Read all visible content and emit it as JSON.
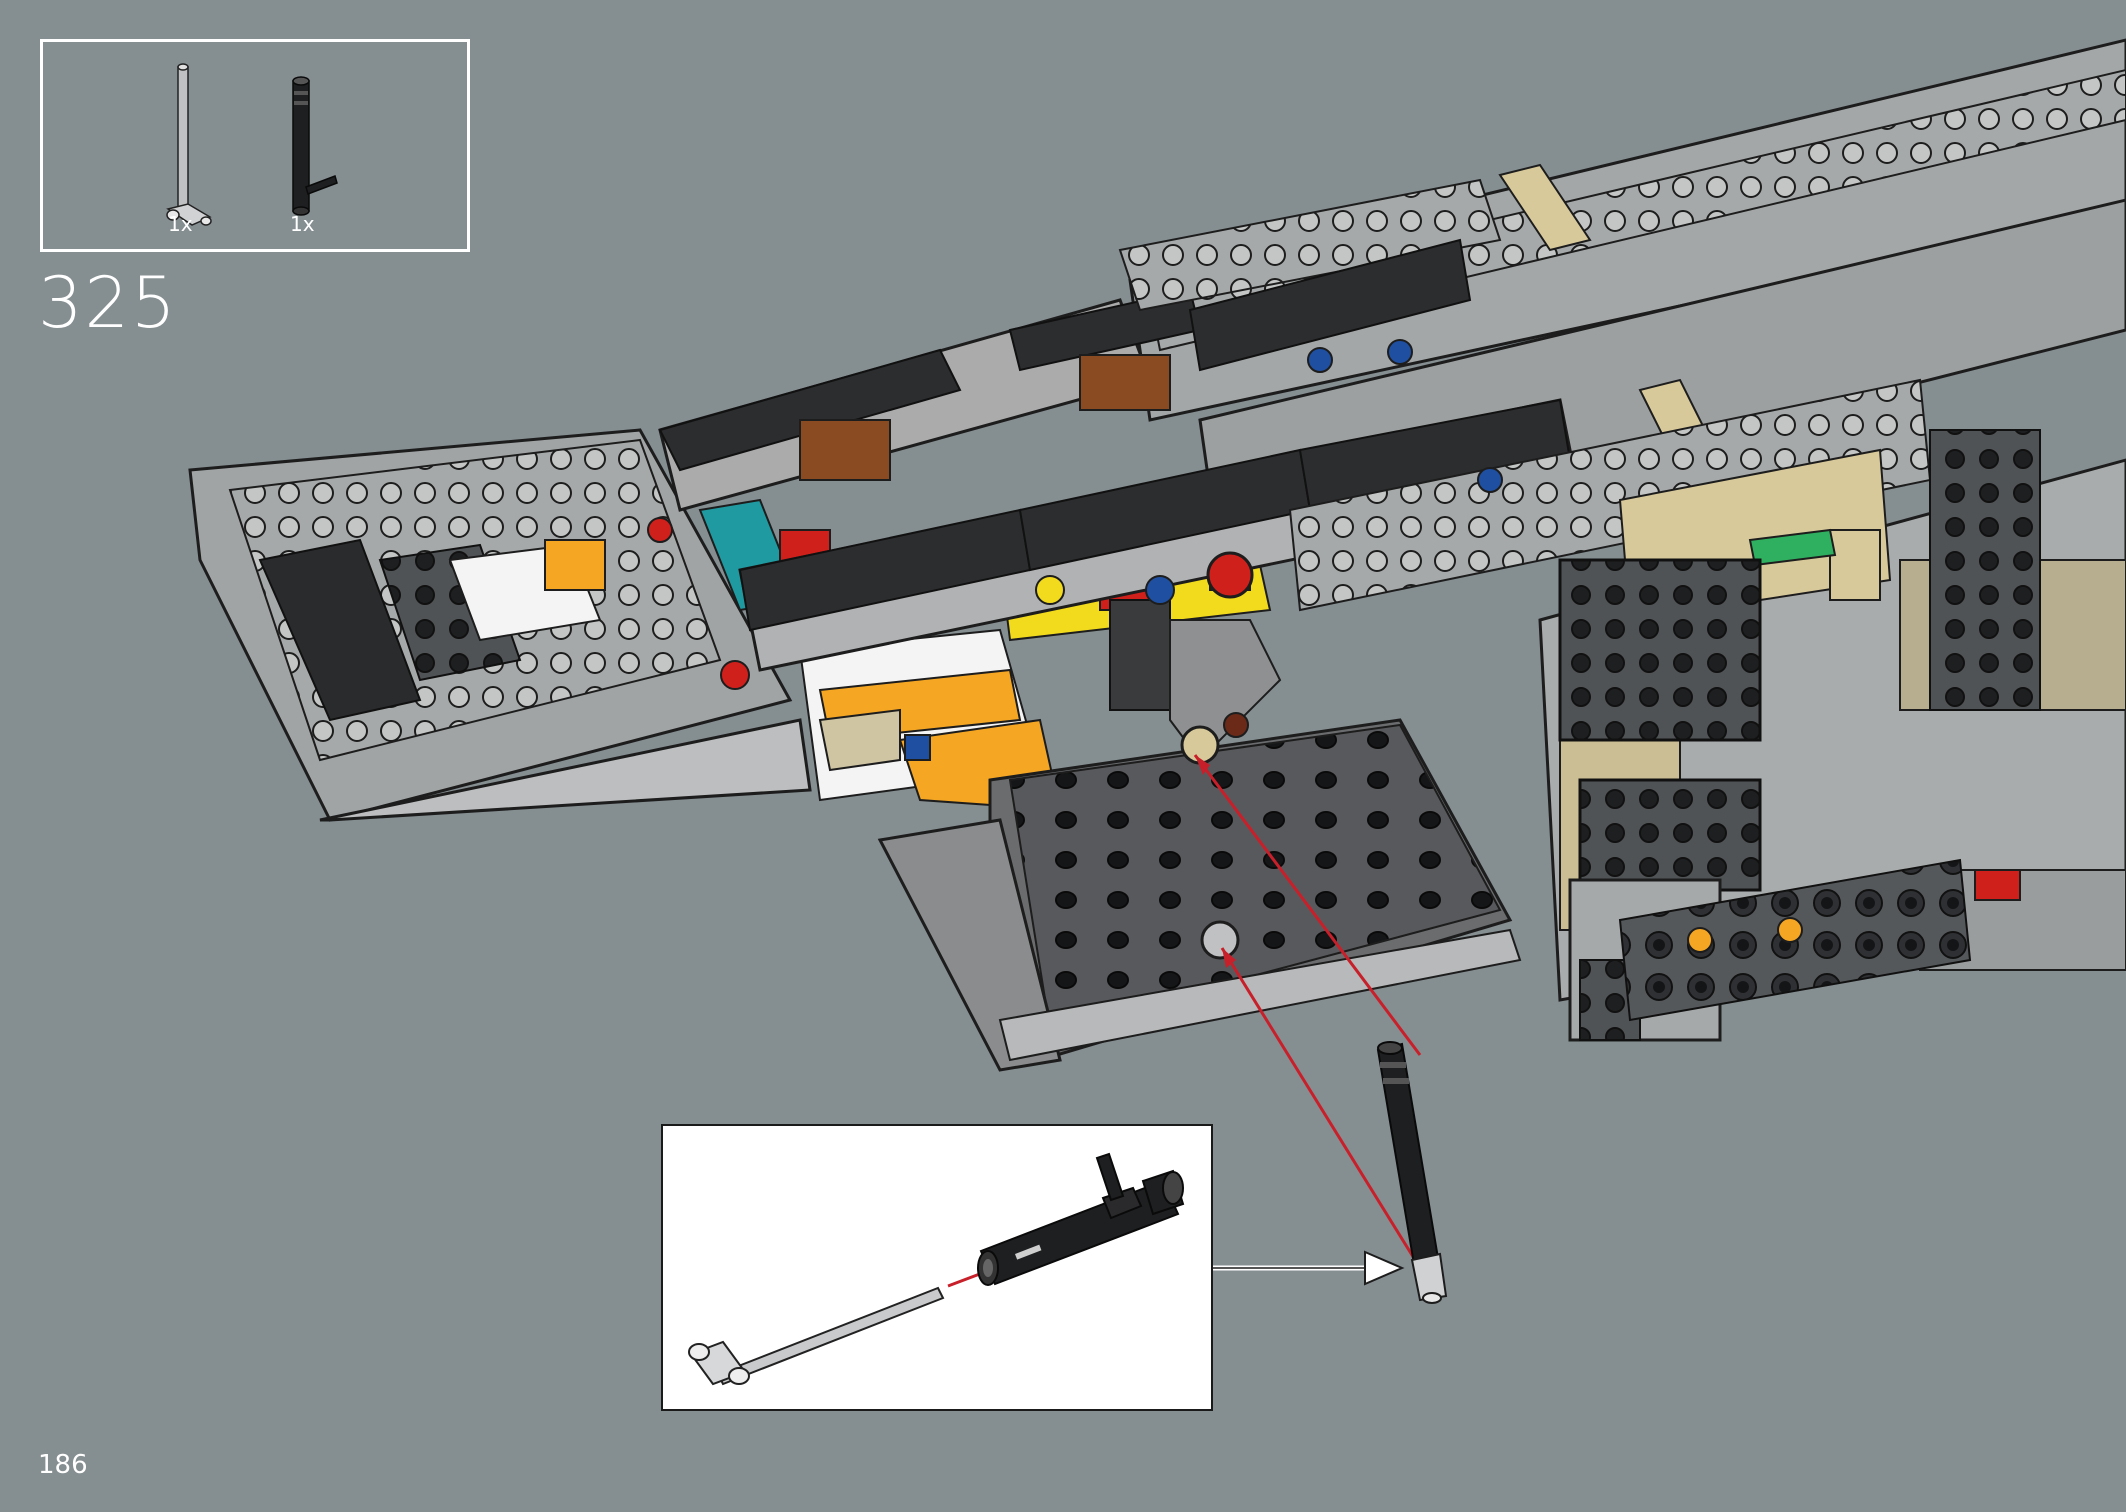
{
  "step": {
    "number": "325"
  },
  "page": {
    "number": "186"
  },
  "parts": [
    {
      "name": "light-gray-axle-with-pin",
      "quantity_label": "1x"
    },
    {
      "name": "black-tube-with-bar",
      "quantity_label": "1x"
    }
  ],
  "colors": {
    "background": "#858e91",
    "frame_white": "#ffffff",
    "assembly_arrow": "#c8202a",
    "light_gray": "#a8abab",
    "dark_gray": "#4a4d50",
    "black": "#1e1f21",
    "tan": "#d8c99a",
    "yellow": "#f2da1c",
    "orange": "#f5a623",
    "red": "#d0201c",
    "brown": "#8a4a22",
    "teal": "#1e9aa0",
    "blue": "#1f4fa0",
    "green": "#2fb060"
  }
}
